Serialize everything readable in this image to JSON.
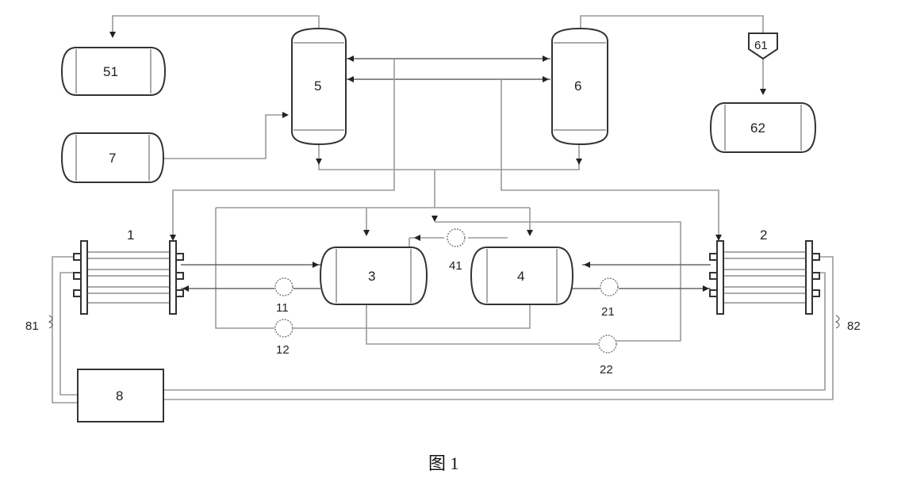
{
  "labels": {
    "tank_51": "51",
    "tank_7": "7",
    "column_5": "5",
    "column_6": "6",
    "valve_61": "61",
    "tank_62": "62",
    "hx_1": "1",
    "hx_2": "2",
    "vessel_3": "3",
    "vessel_4": "4",
    "pump_11": "11",
    "pump_12": "12",
    "pump_21": "21",
    "pump_22": "22",
    "pump_41": "41",
    "valve_81": "81",
    "valve_82": "82",
    "box_8": "8"
  },
  "caption": "图 1"
}
